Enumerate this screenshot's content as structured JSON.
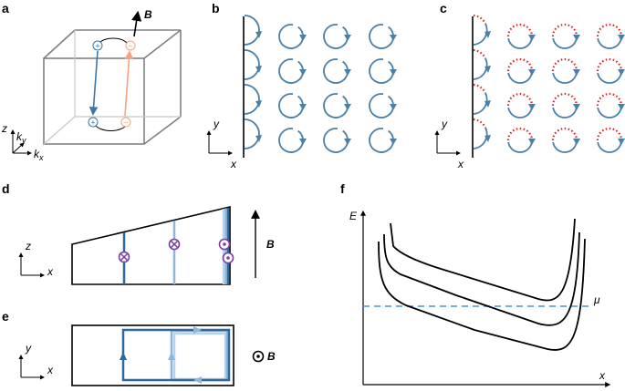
{
  "panels": {
    "a": {
      "label": "a",
      "field_label": "B",
      "axes": {
        "z": "z",
        "ky_base": "k",
        "ky_sub": "y",
        "kx_base": "k",
        "kx_sub": "x"
      },
      "charges": {
        "plus": "+",
        "minus": "−"
      }
    },
    "b": {
      "label": "b",
      "axes": {
        "y": "y",
        "x": "x"
      }
    },
    "c": {
      "label": "c",
      "axes": {
        "y": "y",
        "x": "x"
      }
    },
    "d": {
      "label": "d",
      "axes": {
        "z": "z",
        "x": "x"
      },
      "field_label": "B"
    },
    "e": {
      "label": "e",
      "axes": {
        "y": "y",
        "x": "x"
      },
      "field_label": "B"
    },
    "f": {
      "label": "f",
      "axes": {
        "E": "E",
        "x": "x"
      },
      "mu_label": "μ"
    }
  },
  "colors": {
    "blue": "#4a7fa8",
    "dark_blue": "#2b6aa0",
    "mid_blue": "#8fb6d8",
    "light_blue": "#b9d3ea",
    "orange": "#f2a57e",
    "red": "#e02020",
    "purple": "#7a3ea0",
    "dashed": "#4a90d9",
    "box_gray": "#808080"
  }
}
